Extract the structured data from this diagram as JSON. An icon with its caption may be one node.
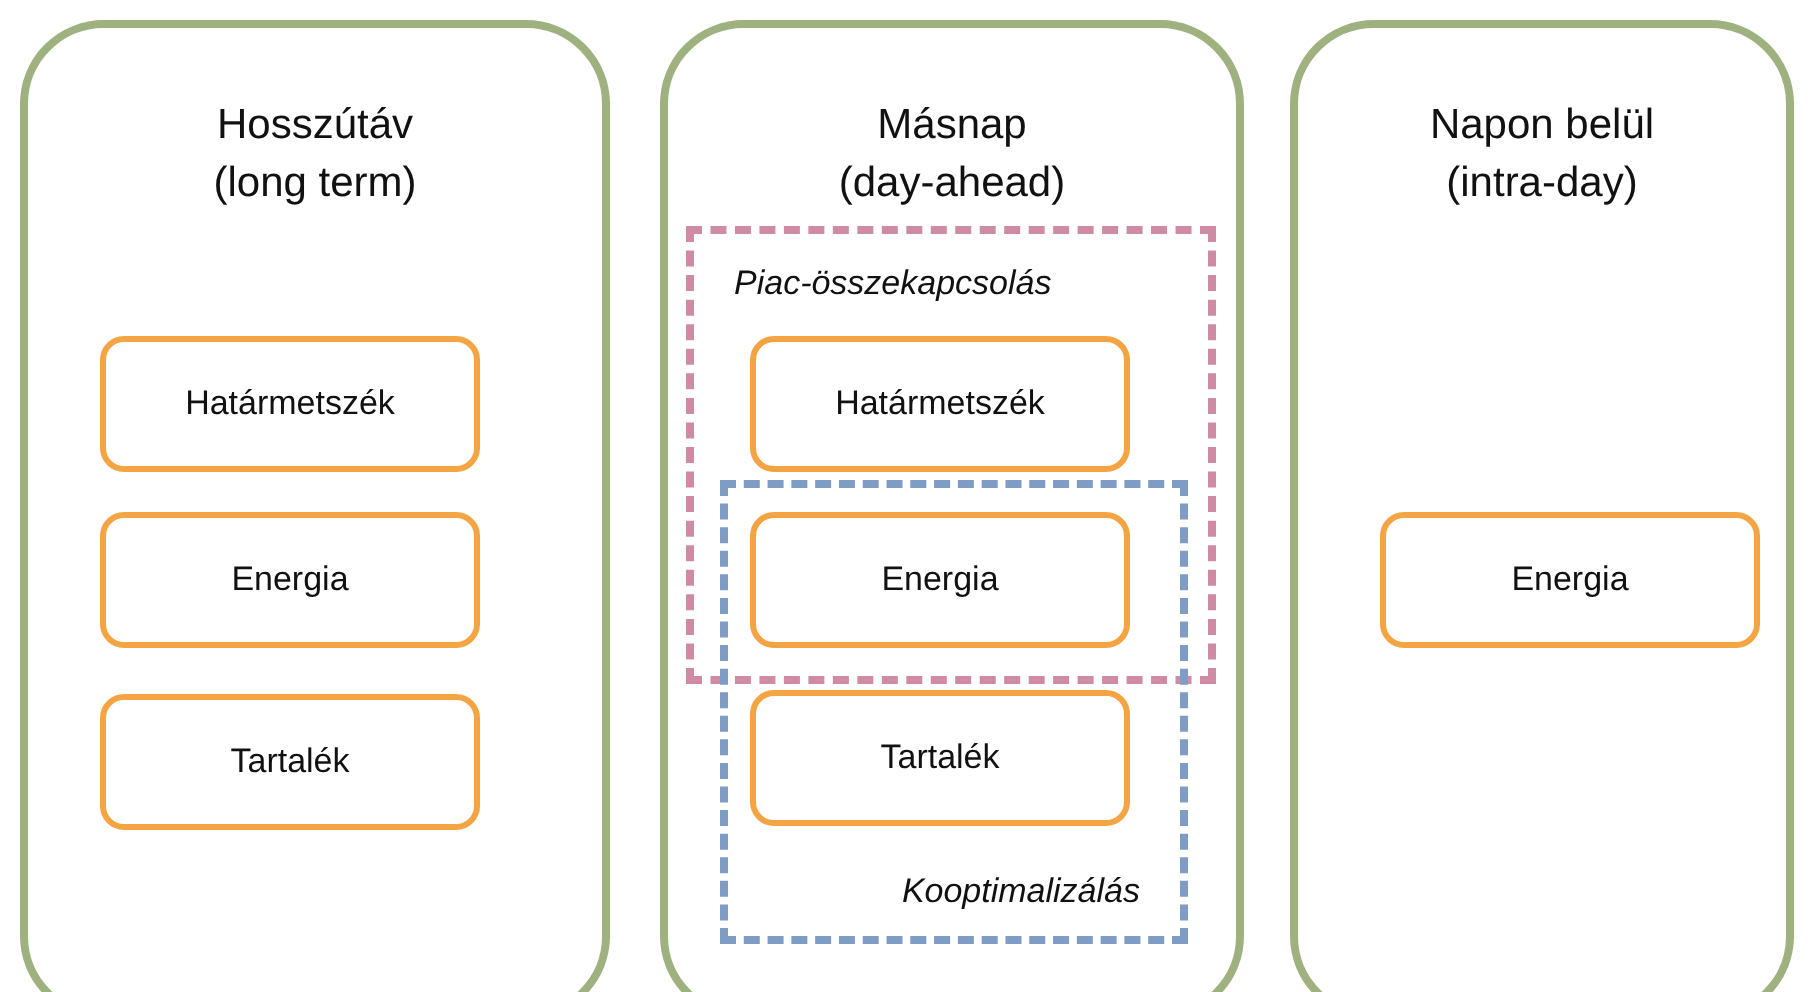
{
  "diagram": {
    "nodes": [
      {
        "text": [
          "Hosszútáv",
          "(long term)"
        ]
      },
      {
        "text": [
          "Határmetszék"
        ],
        "in": 0
      },
      {
        "text": [
          "Energia"
        ],
        "in": 0
      },
      {
        "text": [
          "Tartalék"
        ],
        "in": 0
      },
      {
        "text": [
          "Másnap",
          "(day-ahead)"
        ]
      },
      {
        "text": [
          "Piac-összekapcsolás"
        ],
        "in": 4
      },
      {
        "text": [
          "Határmetszék"
        ],
        "in": 5
      },
      {
        "text": [
          "Energia"
        ]
      },
      {
        "text": [
          "Kooptimalizálás"
        ],
        "in": 4
      },
      {
        "text": [
          "Tartalék"
        ],
        "in": 8
      },
      {
        "text": [
          "Napon belül",
          "(intra-day)"
        ]
      },
      {
        "text": [
          "Energia"
        ],
        "in": 10
      }
    ]
  }
}
